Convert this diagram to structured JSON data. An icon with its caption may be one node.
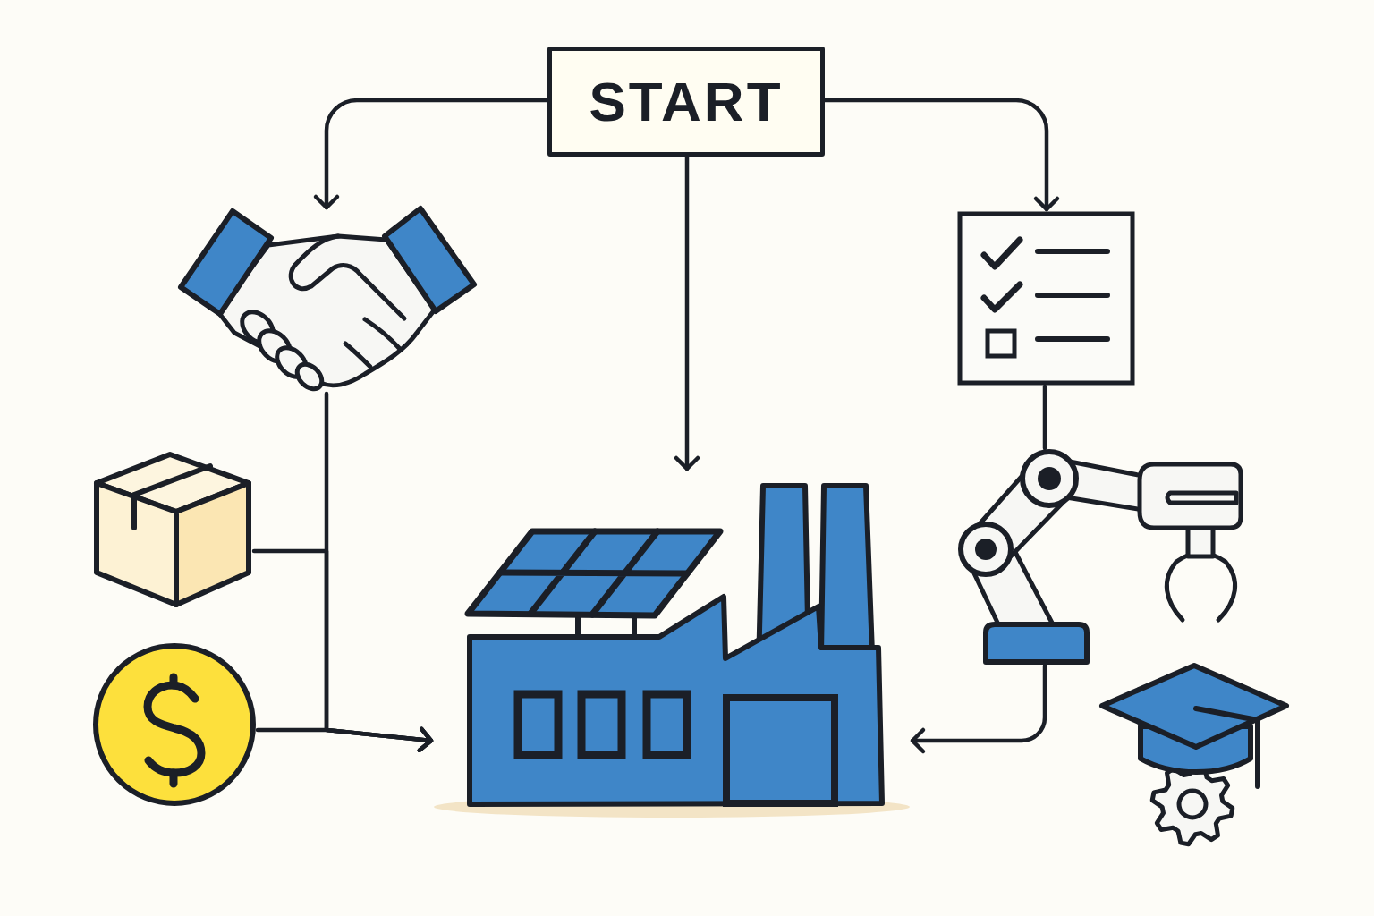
{
  "diagram": {
    "nodes": [
      {
        "text": [
          "START"
        ]
      },
      {
        "text": [],
        "shape": "picture"
      },
      {
        "text": [],
        "shape": "picture"
      },
      {
        "text": [],
        "shape": "picture"
      },
      {
        "text": [],
        "shape": "picture"
      },
      {
        "text": [],
        "shape": "picture"
      },
      {
        "text": [],
        "shape": "picture"
      },
      {
        "text": [],
        "shape": "picture"
      }
    ],
    "edges": [
      {
        "from": 0,
        "to": 1,
        "arrow": "to"
      },
      {
        "from": 0,
        "to": 5,
        "arrow": "to"
      },
      {
        "from": 0,
        "to": 2,
        "arrow": "to"
      },
      {
        "from": 1,
        "to": 5,
        "arrow": "to"
      },
      {
        "from": 3,
        "to": 5,
        "arrow": "to"
      },
      {
        "from": 4,
        "to": 5,
        "arrow": "to"
      },
      {
        "from": 2,
        "to": 6,
        "arrow": "none"
      },
      {
        "from": 6,
        "to": 5,
        "arrow": "to"
      }
    ]
  }
}
